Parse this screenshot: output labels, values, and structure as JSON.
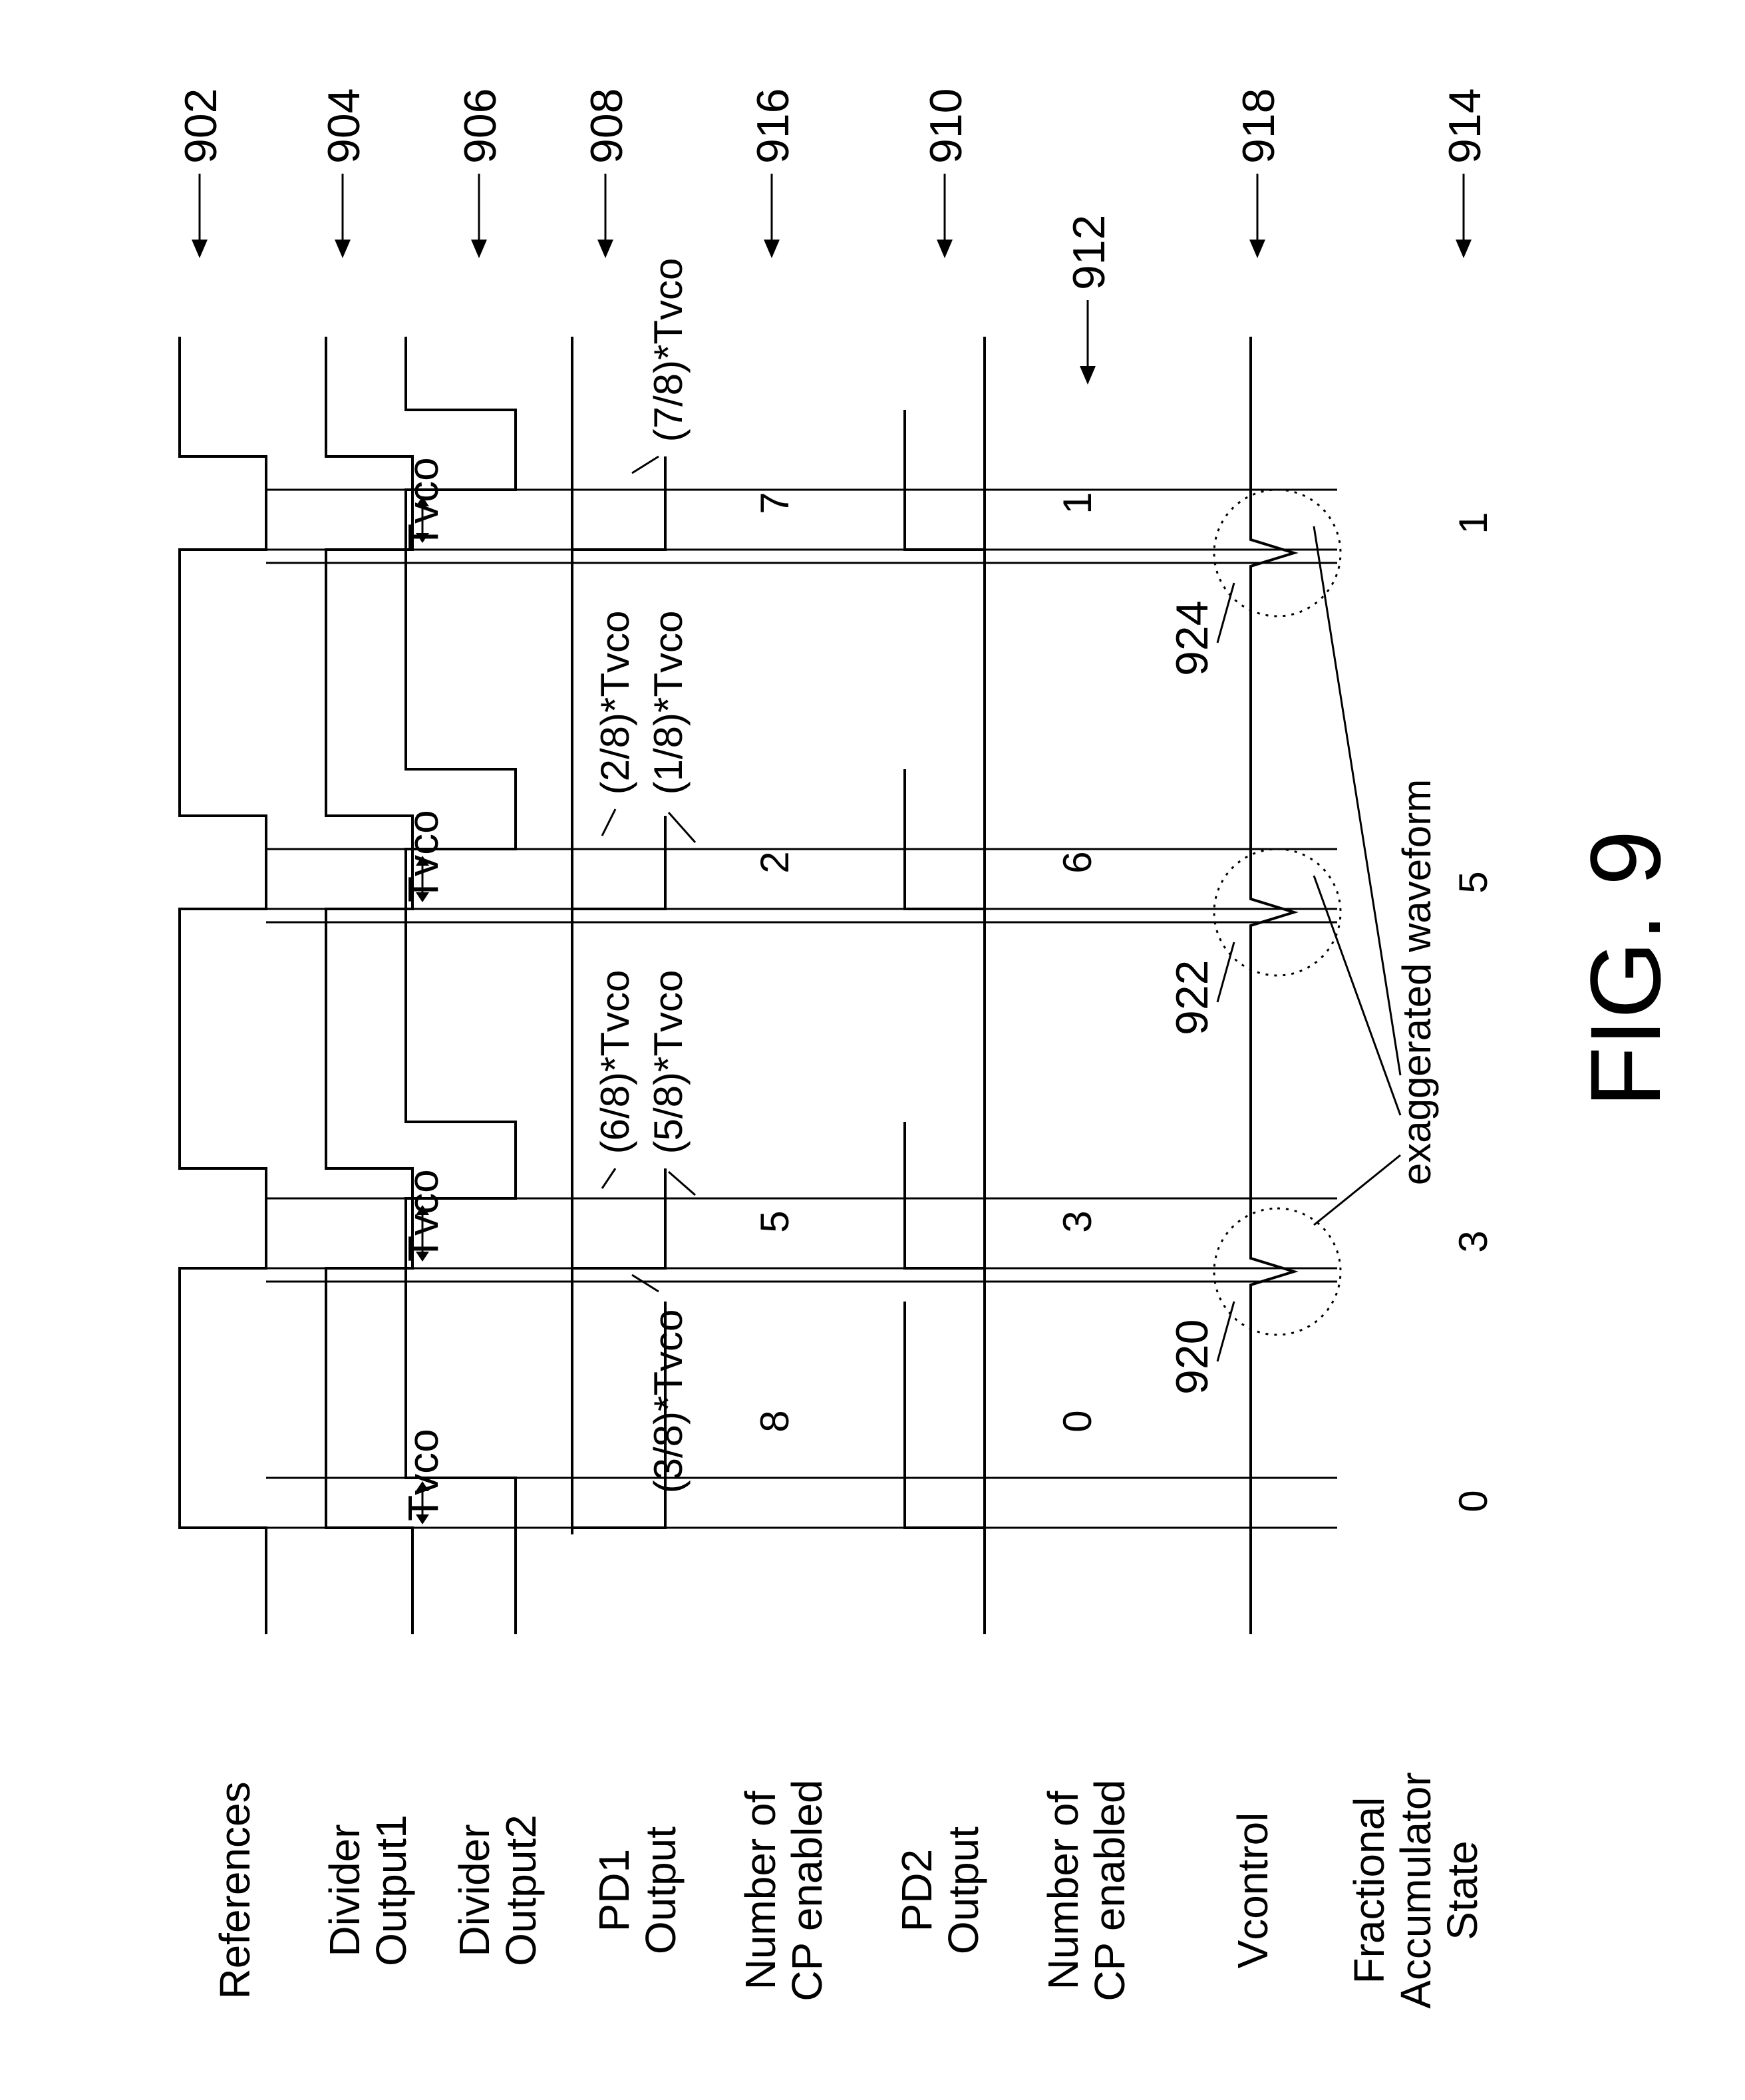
{
  "figure": {
    "title": "FIG. 9",
    "signals": [
      {
        "lines": [
          "References"
        ],
        "ref": "902"
      },
      {
        "lines": [
          "Divider",
          "Output1"
        ],
        "ref": "904"
      },
      {
        "lines": [
          "Divider",
          "Output2"
        ],
        "ref": "906"
      },
      {
        "lines": [
          "PD1",
          "Output"
        ],
        "ref": "908"
      },
      {
        "lines": [
          "Number of",
          "CP enabled"
        ],
        "ref": "916"
      },
      {
        "lines": [
          "PD2",
          "Output"
        ],
        "ref": "910"
      },
      {
        "lines": [
          "Number of",
          "CP enabled"
        ],
        "ref": "912"
      },
      {
        "lines": [
          "Vcontrol"
        ],
        "ref": "918"
      },
      {
        "lines": [
          "Fractional",
          "Accumulator",
          "State"
        ],
        "ref": "914"
      }
    ],
    "accumulator_states": [
      "0",
      "3",
      "5",
      "1"
    ],
    "cp1_counts": [
      "8",
      "5",
      "2",
      "7"
    ],
    "cp2_counts": [
      "0",
      "3",
      "6",
      "1"
    ],
    "tvco_label": "Tvco",
    "phase_labels": [
      {
        "upper": "(3/8)*Tvco",
        "lower": ""
      },
      {
        "upper": "(6/8)*Tvco",
        "lower": "(5/8)*Tvco"
      },
      {
        "upper": "(2/8)*Tvco",
        "lower": "(1/8)*Tvco"
      },
      {
        "upper": "(7/8)*Tvco",
        "lower": ""
      }
    ],
    "ripple_refs": [
      "920",
      "922",
      "924"
    ],
    "exaggerated_label": "exaggerated waveform"
  }
}
